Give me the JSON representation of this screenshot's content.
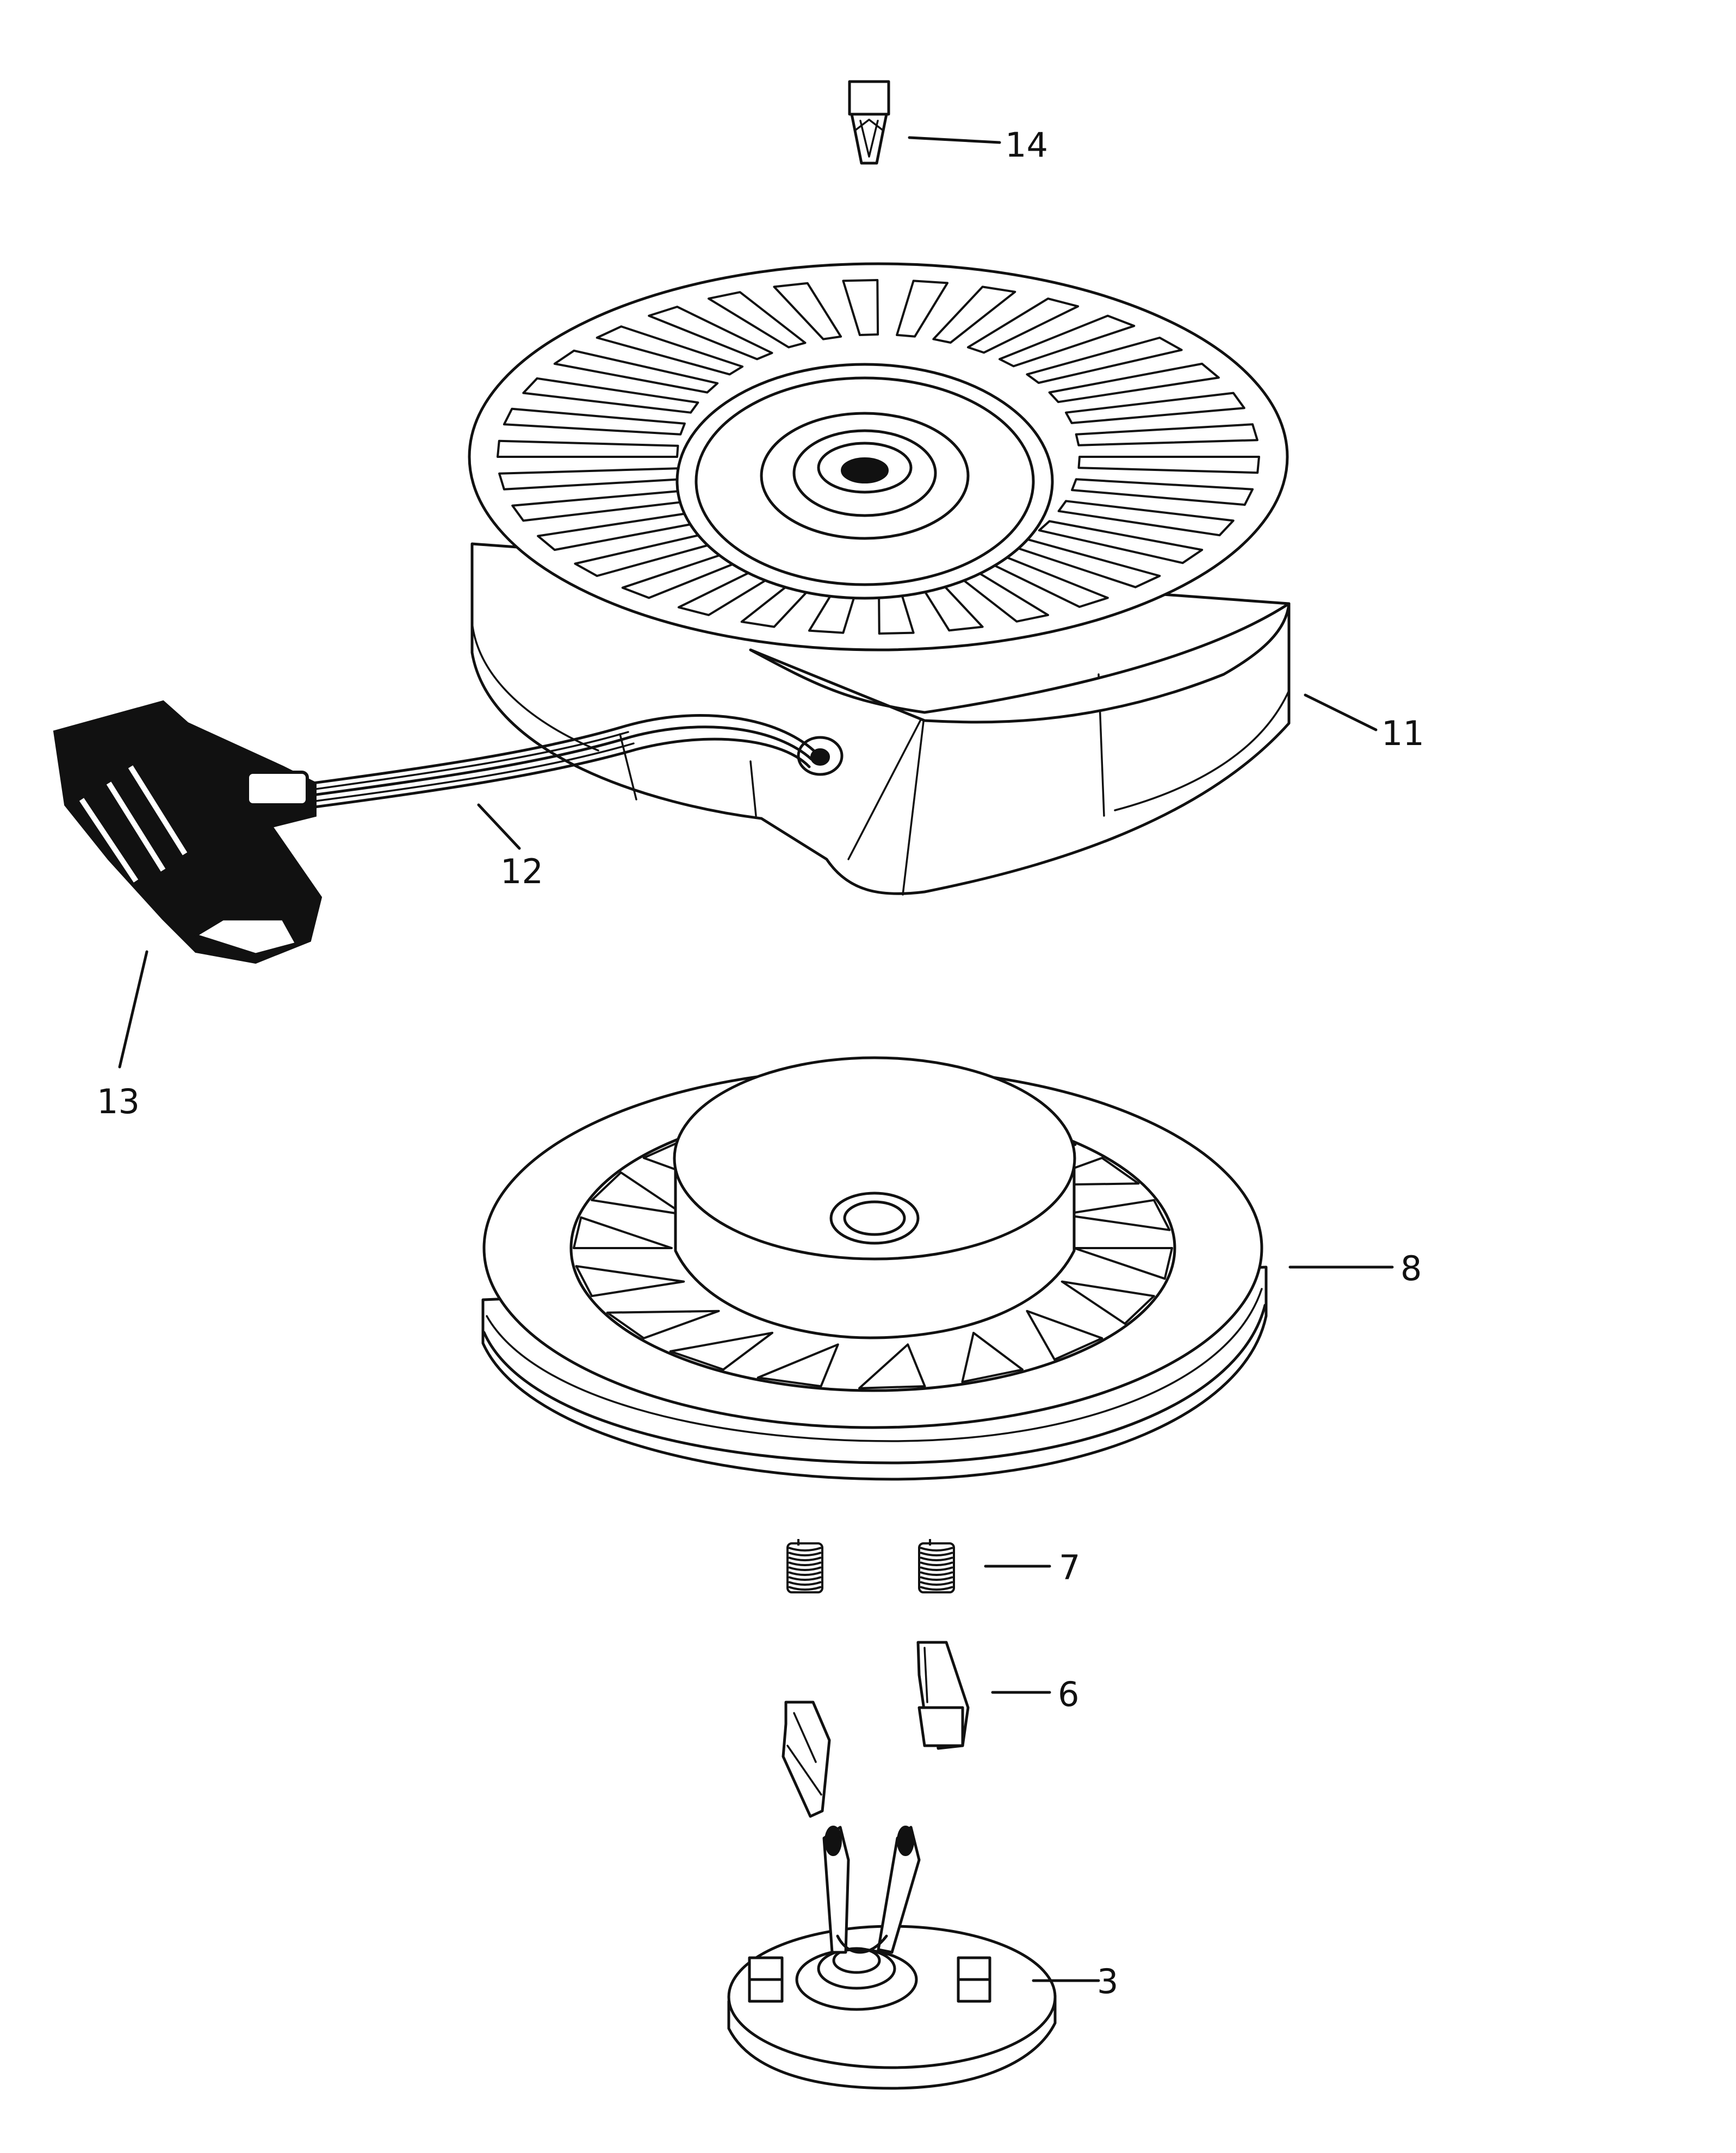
{
  "callouts": {
    "part_14": "14",
    "part_11": "11",
    "part_12": "12",
    "part_13": "13",
    "part_8": "8",
    "part_7": "7",
    "part_6": "6",
    "part_3": "3"
  }
}
